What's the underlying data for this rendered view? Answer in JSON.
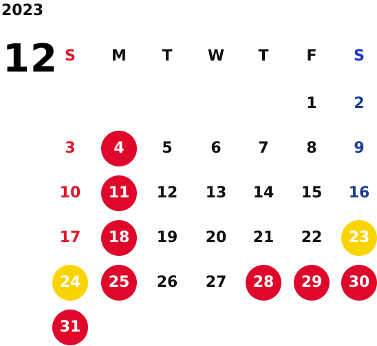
{
  "calendar": {
    "year": "2023",
    "month": "12",
    "weekday_labels": [
      "S",
      "M",
      "T",
      "W",
      "T",
      "F",
      "S"
    ],
    "colors": {
      "sunday": "#e0182d",
      "saturday": "#1a3f94",
      "holiday_red": "#e0082a",
      "holiday_yellow": "#fad400"
    },
    "weeks": [
      [
        null,
        null,
        null,
        null,
        null,
        {
          "day": "1",
          "style": "reg"
        },
        {
          "day": "2",
          "style": "sat"
        }
      ],
      [
        {
          "day": "3",
          "style": "sun"
        },
        {
          "day": "4",
          "style": "h-red"
        },
        {
          "day": "5",
          "style": "reg"
        },
        {
          "day": "6",
          "style": "reg"
        },
        {
          "day": "7",
          "style": "reg"
        },
        {
          "day": "8",
          "style": "reg"
        },
        {
          "day": "9",
          "style": "sat"
        }
      ],
      [
        {
          "day": "10",
          "style": "sun"
        },
        {
          "day": "11",
          "style": "h-red"
        },
        {
          "day": "12",
          "style": "reg"
        },
        {
          "day": "13",
          "style": "reg"
        },
        {
          "day": "14",
          "style": "reg"
        },
        {
          "day": "15",
          "style": "reg"
        },
        {
          "day": "16",
          "style": "sat"
        }
      ],
      [
        {
          "day": "17",
          "style": "sun"
        },
        {
          "day": "18",
          "style": "h-red"
        },
        {
          "day": "19",
          "style": "reg"
        },
        {
          "day": "20",
          "style": "reg"
        },
        {
          "day": "21",
          "style": "reg"
        },
        {
          "day": "22",
          "style": "reg"
        },
        {
          "day": "23",
          "style": "h-yel"
        }
      ],
      [
        {
          "day": "24",
          "style": "h-yel"
        },
        {
          "day": "25",
          "style": "h-red"
        },
        {
          "day": "26",
          "style": "reg"
        },
        {
          "day": "27",
          "style": "reg"
        },
        {
          "day": "28",
          "style": "h-red"
        },
        {
          "day": "29",
          "style": "h-red"
        },
        {
          "day": "30",
          "style": "h-red"
        }
      ],
      [
        {
          "day": "31",
          "style": "h-red"
        },
        null,
        null,
        null,
        null,
        null,
        null
      ]
    ]
  }
}
